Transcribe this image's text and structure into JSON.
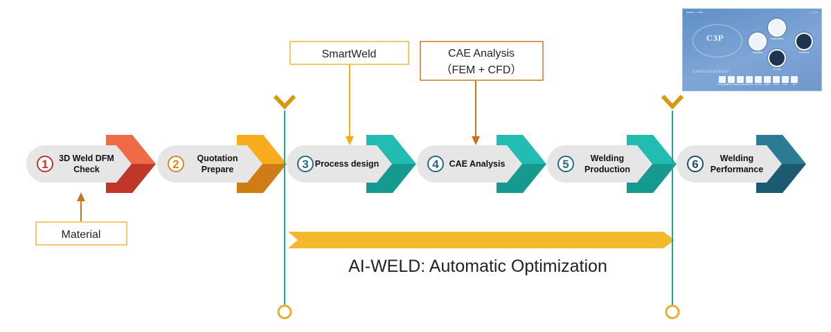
{
  "colors": {
    "pill": "#e6e6e6",
    "band": "#f2b92d",
    "marker_line": "#1aa79b",
    "marker_chevron": "#d59a0e",
    "callout_border": "#f3b33c",
    "callout_border_dark": "#d0741a",
    "arrow_light": "#f3ac14",
    "arrow_dark": "#c8741d"
  },
  "steps": [
    {
      "num": "1",
      "lines": [
        "3D Weld DFM",
        "Check"
      ],
      "color_top": "#f06a48",
      "color_bot": "#c0372a",
      "num_color": "#b9352b"
    },
    {
      "num": "2",
      "lines": [
        "Quotation",
        "Prepare"
      ],
      "color_top": "#f8ab1d",
      "color_bot": "#d07c14",
      "num_color": "#d28a1d"
    },
    {
      "num": "3",
      "lines": [
        "Process design"
      ],
      "color_top": "#22bcb3",
      "color_bot": "#169a90",
      "num_color": "#276b80"
    },
    {
      "num": "4",
      "lines": [
        "CAE Analysis"
      ],
      "color_top": "#22bcb3",
      "color_bot": "#169a90",
      "num_color": "#276b80"
    },
    {
      "num": "5",
      "lines": [
        "Welding",
        "Production"
      ],
      "color_top": "#22bcb3",
      "color_bot": "#169a90",
      "num_color": "#276b80"
    },
    {
      "num": "6",
      "lines": [
        "Welding",
        "Performance"
      ],
      "color_top": "#2b7b94",
      "color_bot": "#1b5a70",
      "num_color": "#1d4f66"
    }
  ],
  "callouts": {
    "material": "Material",
    "smartweld": "SmartWeld",
    "cae_line1": "CAE Analysis",
    "cae_line2": "（FEM + CFD）"
  },
  "band_title": "AI-WELD:  Automatic Optimization",
  "app": {
    "window_title": "Master - Cafe",
    "window_controls": "— ▢ ✕",
    "logo": "C3P",
    "product_name": "CAST-DESIGNER™",
    "modules": [
      {
        "label": "Modeling",
        "icon": "monitor-icon"
      },
      {
        "label": "Computation",
        "icon": "target-icon"
      },
      {
        "label": "PostView",
        "icon": "eye-icon"
      },
      {
        "label": "AI Cast",
        "icon": "brain-icon"
      }
    ],
    "tools": [
      "Flow Designer",
      "Viewing CAD",
      "Model Folder",
      "Data Show",
      "Simulation",
      "Report",
      "Welder",
      "Setup",
      "Exit"
    ]
  }
}
